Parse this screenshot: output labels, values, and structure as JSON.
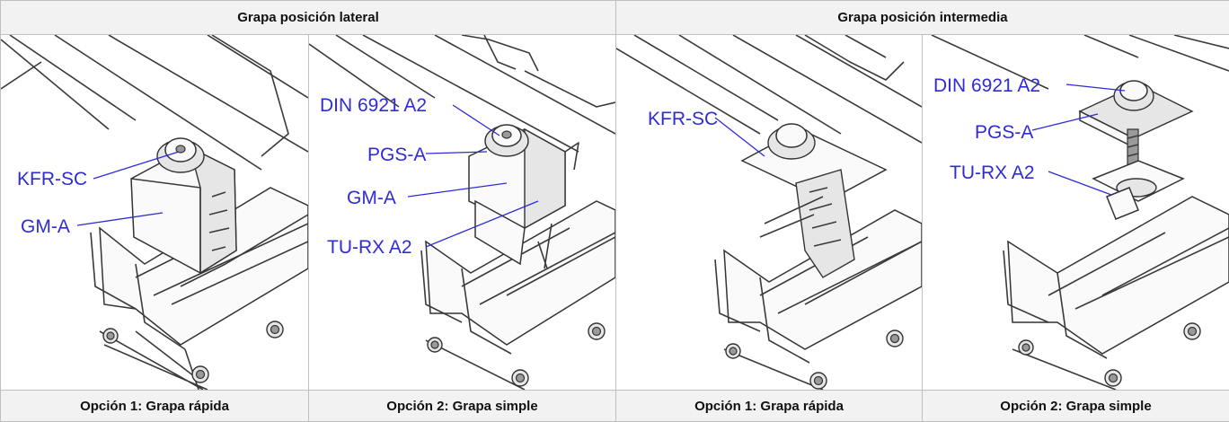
{
  "headers": {
    "lateral": "Grapa posición lateral",
    "intermedia": "Grapa posición intermedia"
  },
  "panels": [
    {
      "labels": [
        "KFR-SC",
        "GM-A"
      ],
      "caption": "Opción 1: Grapa rápida"
    },
    {
      "labels": [
        "DIN 6921 A2",
        "PGS-A",
        "GM-A",
        "TU-RX A2"
      ],
      "caption": "Opción 2: Grapa simple"
    },
    {
      "labels": [
        "KFR-SC"
      ],
      "caption": "Opción 1: Grapa rápida"
    },
    {
      "labels": [
        "DIN 6921 A2",
        "PGS-A",
        "TU-RX A2"
      ],
      "caption": "Opción 2: Grapa simple"
    }
  ]
}
